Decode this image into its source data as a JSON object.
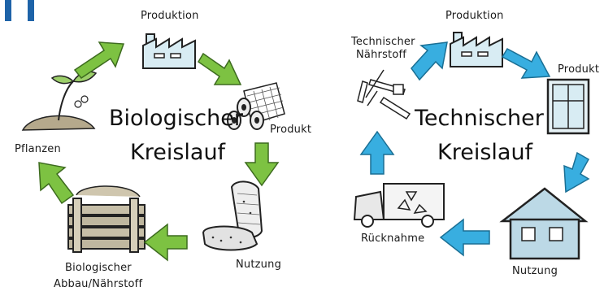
{
  "biological": {
    "title_line1": "Biologischer",
    "title_line2": "Kreislauf",
    "labels": {
      "produktion": "Produktion",
      "produkt": "Produkt",
      "nutzung": "Nutzung",
      "abbau_line1": "Biologischer",
      "abbau_line2": "Abbau/Nährstoff",
      "pflanzen": "Pflanzen"
    },
    "arrow_color": "#7dc242"
  },
  "technical": {
    "title_line1": "Technischer",
    "title_line2": "Kreislauf",
    "labels": {
      "produktion": "Produktion",
      "produkt": "Produkt",
      "nutzung": "Nutzung",
      "ruecknahme": "Rücknahme",
      "naehrstoff_line1": "Technischer",
      "naehrstoff_line2": "Nährstoff"
    },
    "arrow_color": "#38aee0"
  },
  "colors": {
    "accent": "#1e63a8",
    "building": "#d8ecf3",
    "house": "#bcd9e6",
    "soil": "#b5a98c",
    "ink": "#111111"
  }
}
